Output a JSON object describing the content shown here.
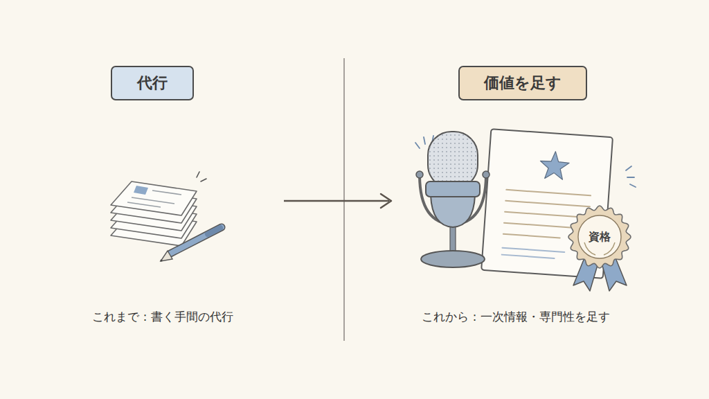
{
  "diagram": {
    "nodes": [
      {
        "text": [
          "代行"
        ]
      },
      {
        "text": [
          "価値を足す"
        ]
      },
      {
        "text": [
          "資格"
        ]
      }
    ],
    "labels": [
      "これまで：書く手間の代行",
      "これから：一次情報・専門性を足す"
    ]
  }
}
